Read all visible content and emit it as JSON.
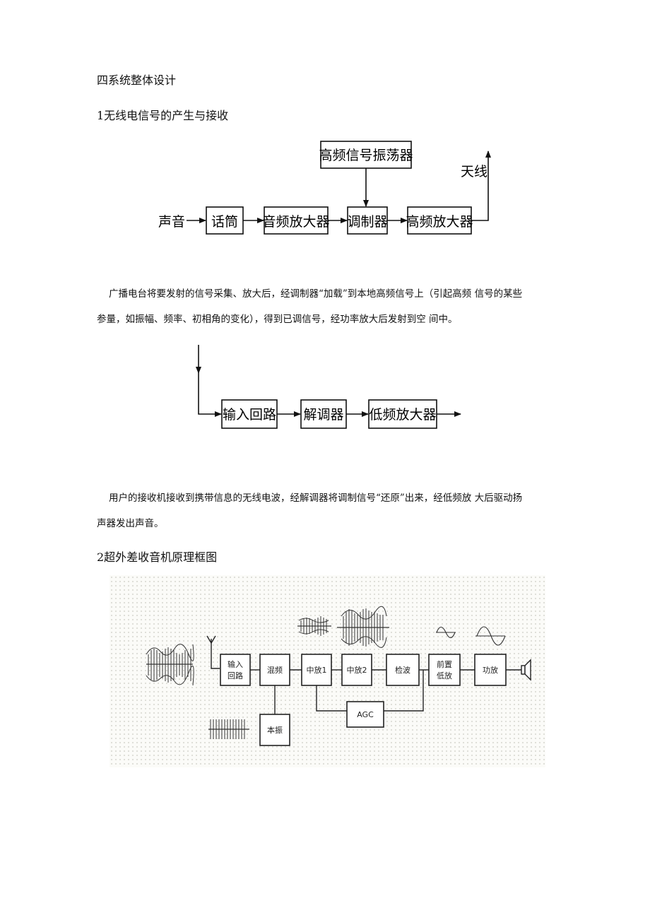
{
  "section_title": "四系统整体设计",
  "sub1_title": "1无线电信号的产生与接收",
  "tx_diagram": {
    "input": "声音",
    "oscillator": "高频信号振荡器",
    "antenna": "天线",
    "blocks": [
      "话筒",
      "音频放大器",
      "调制器",
      "高频放大器"
    ]
  },
  "para1_line1": "广播电台将要发射的信号采集、放大后，经调制器“加载”到本地高频信号上（引起高频 信号的某些",
  "para1_line2": "参量，如振幅、频率、初相角的变化），得到已调信号，经功率放大后发射到空 间中。",
  "rx_diagram": {
    "blocks": [
      "输入回路",
      "解调器",
      "低频放大器"
    ]
  },
  "para2_line1": "用户的接收机接收到携带信息的无线电波，经解调器将调制信号“还原”出来，经低频放 大后驱动扬",
  "para2_line2": "声器发出声音。",
  "sub2_title": "2超外差收音机原理框图",
  "superhet": {
    "blocks": {
      "input_a": "输入",
      "input_b": "回路",
      "mixer": "混频",
      "if1": "中放1",
      "if2": "中放2",
      "detector": "检波",
      "pre_a": "前置",
      "pre_b": "低放",
      "power": "功放",
      "agc": "AGC",
      "lo": "本振"
    }
  }
}
